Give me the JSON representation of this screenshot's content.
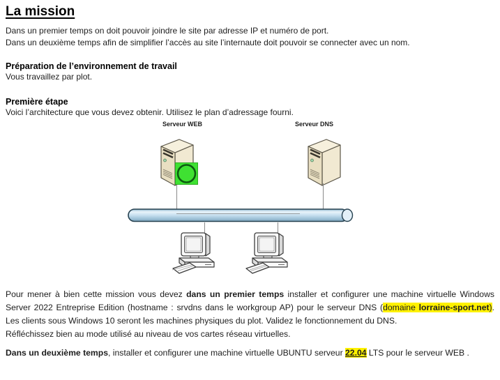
{
  "doc": {
    "title": "La mission",
    "intro1": "Dans un premier temps on doit pouvoir joindre le site par adresse IP et numéro de port.",
    "intro2": "Dans un deuxième temps afin de simplifier l’accès au site l’internaute doit pouvoir se connecter avec un nom.",
    "prep_heading": "Préparation de l’environnement de travail",
    "prep_body": "Vous travaillez par plot.",
    "step_heading": "Première étape",
    "step_body": "Voici l’architecture que vous devez obtenir. Utilisez le plan d’adressage fourni.",
    "diagram": {
      "server_web_label": "Serveur WEB",
      "server_dns_label": "Serveur DNS",
      "nodes": [
        {
          "label": "Serveur WEB",
          "type": "server-tower",
          "annotation": "green-circle-marker"
        },
        {
          "label": "Serveur DNS",
          "type": "server-tower"
        },
        {
          "label": "",
          "type": "client-workstation"
        },
        {
          "label": "",
          "type": "client-workstation"
        }
      ],
      "bus": "network-backbone-cylinder"
    },
    "p1": {
      "t1": "Pour mener à bien cette mission vous devez ",
      "b1": "dans un premier temps",
      "t2": " installer et configurer une machine virtuelle Windows Server 2022 Entreprise Edition (hostname : srvdns dans le workgroup AP) pour le serveur DNS (",
      "hl1": "domaine ",
      "hl1b": "lorraine-sport.net",
      "hl1c": ")",
      "t3": ". Les clients sous Windows 10 seront les machines physiques du plot. Validez le fonctionnement du DNS.",
      "t4": "Réfléchissez bien au mode utilisé au niveau de vos cartes réseau virtuelles."
    },
    "p2": {
      "b1": "Dans un deuxième temps",
      "t1": ", installer et configurer une machine virtuelle UBUNTU serveur ",
      "hl": "22.04",
      "t2": " LTS pour le serveur WEB ."
    },
    "colors": {
      "highlight": "#FFF100",
      "marker_green": "#3FE132",
      "marker_ring": "#0D5B10",
      "bus_blue": "#C6DFEF",
      "server_beige": "#E9DFC2",
      "text": "#1D1D1D"
    }
  }
}
